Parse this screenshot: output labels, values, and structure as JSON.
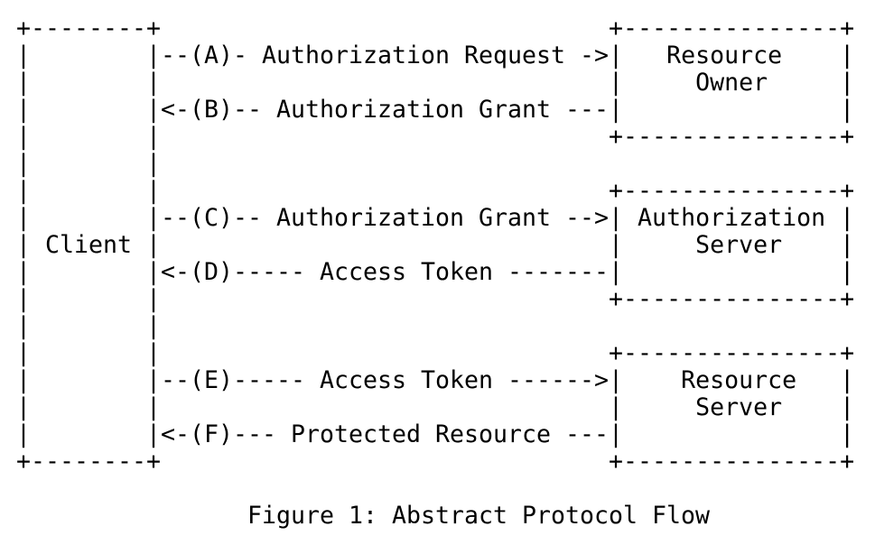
{
  "figure": {
    "ascii_lines": [
      "+--------+                               +---------------+",
      "|        |--(A)- Authorization Request ->|   Resource    |",
      "|        |                               |     Owner     |",
      "|        |<-(B)-- Authorization Grant ---|               |",
      "|        |                               +---------------+",
      "|        |",
      "|        |                               +---------------+",
      "|        |--(C)-- Authorization Grant -->| Authorization |",
      "| Client |                               |     Server    |",
      "|        |<-(D)----- Access Token -------|               |",
      "|        |                               +---------------+",
      "|        |",
      "|        |                               +---------------+",
      "|        |--(E)----- Access Token ------>|    Resource   |",
      "|        |                               |     Server    |",
      "|        |<-(F)--- Protected Resource ---|               |",
      "+--------+                               +---------------+"
    ],
    "caption": "Figure 1: Abstract Protocol Flow"
  },
  "diagram": {
    "type": "ascii-flow",
    "nodes": [
      "Client",
      "Resource Owner",
      "Authorization Server",
      "Resource Server"
    ],
    "steps": [
      {
        "id": "A",
        "from": "Client",
        "to": "Resource Owner",
        "label": "Authorization Request"
      },
      {
        "id": "B",
        "from": "Resource Owner",
        "to": "Client",
        "label": "Authorization Grant"
      },
      {
        "id": "C",
        "from": "Client",
        "to": "Authorization Server",
        "label": "Authorization Grant"
      },
      {
        "id": "D",
        "from": "Authorization Server",
        "to": "Client",
        "label": "Access Token"
      },
      {
        "id": "E",
        "from": "Client",
        "to": "Resource Server",
        "label": "Access Token"
      },
      {
        "id": "F",
        "from": "Resource Server",
        "to": "Client",
        "label": "Protected Resource"
      }
    ]
  },
  "colors": {
    "background": "#ffffff",
    "text": "#000000"
  }
}
